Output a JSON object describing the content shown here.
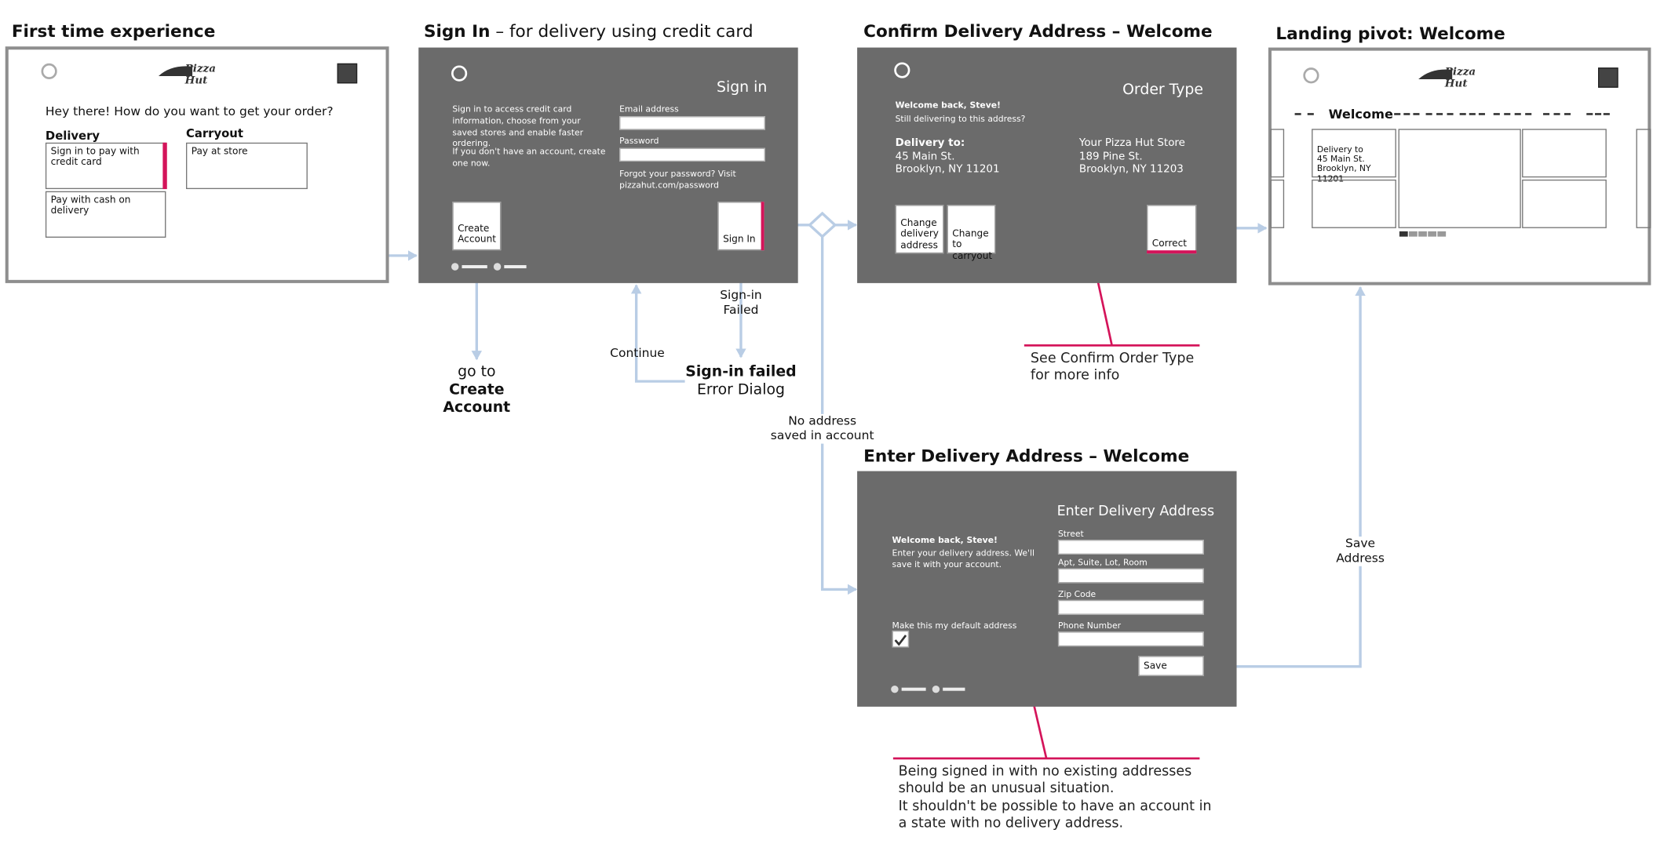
{
  "colors": {
    "frame_dark": "#6b6b6b",
    "frame_border": "#8e8e8e",
    "connector": "#b9cde5",
    "accent": "#d4145a"
  },
  "screen1": {
    "title": "First time experience",
    "logo": "Pizza Hut",
    "question": "Hey there! How do you want to get your order?",
    "delivery_heading": "Delivery",
    "carryout_heading": "Carryout",
    "option_credit": "Sign in to pay with credit card",
    "option_cash": "Pay with cash on delivery",
    "option_store": "Pay at store"
  },
  "screen2": {
    "title_bold": "Sign In",
    "title_rest": " – for delivery using credit card",
    "heading": "Sign in",
    "intro": "Sign in to access credit card information, choose from your saved stores and enable faster ordering.",
    "no_account": "If you don't have an account, create one now.",
    "email_label": "Email address",
    "password_label": "Password",
    "forgot": "Forgot your password? Visit pizzahut.com/password",
    "create_account": "Create Account",
    "sign_in_button": "Sign In"
  },
  "screen3": {
    "title": "Confirm Delivery Address – Welcome",
    "heading": "Order Type",
    "welcome": "Welcome back, Steve!",
    "still": "Still delivering to this address?",
    "delivery_to": "Delivery to:",
    "addr1": "45 Main St.",
    "addr2": "Brooklyn, NY 11201",
    "store_name": "Your Pizza Hut Store",
    "store_addr1": "189 Pine St.",
    "store_addr2": "Brooklyn, NY 11203",
    "change_address": "Change delivery address",
    "change_carryout": "Change to carryout",
    "correct": "Correct"
  },
  "screen4": {
    "title": "Landing pivot: Welcome",
    "logo": "Pizza Hut",
    "pivot": "Welcome",
    "tile_line1": "Delivery to",
    "tile_line2": "45 Main St.",
    "tile_line3": "Brooklyn, NY 11201"
  },
  "screen5": {
    "title": "Enter Delivery Address – Welcome",
    "heading": "Enter Delivery Address",
    "welcome": "Welcome back, Steve!",
    "intro": "Enter your delivery address. We'll save it with your account.",
    "default_label": "Make this my default address",
    "street": "Street",
    "apt": "Apt, Suite, Lot, Room",
    "zip": "Zip Code",
    "phone": "Phone Number",
    "save": "Save"
  },
  "labels": {
    "goto": "go to",
    "create_account": "Create Account",
    "continue": "Continue",
    "signin_failed_short": "Sign-in Failed",
    "signin_failed_bold": "Sign-in failed",
    "error_dialog": "Error Dialog",
    "no_address": "No address saved in account",
    "save_address": "Save Address",
    "see_confirm": "See Confirm Order Type for more info",
    "note_line1": "Being signed in with no existing addresses",
    "note_line2": "should be an unusual situation.",
    "note_line3": "It shouldn't be possible to have an account in",
    "note_line4": "a state with no delivery address."
  }
}
